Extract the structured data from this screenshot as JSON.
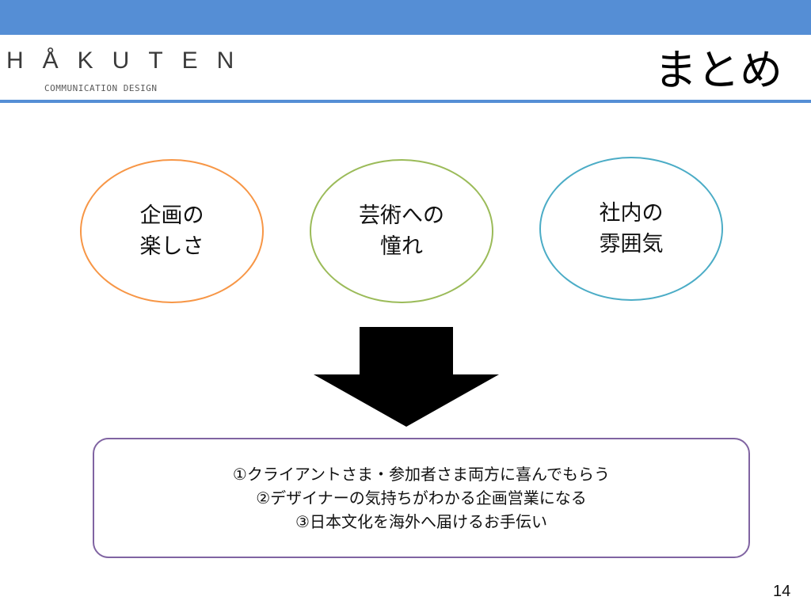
{
  "header": {
    "logo_word": "HÅKUTEN",
    "logo_tagline": "COMMUNICATION DESIGN"
  },
  "slide": {
    "title": "まとめ",
    "ellipses": [
      {
        "line1": "企画の",
        "line2": "楽しさ",
        "color": "#f79646"
      },
      {
        "line1": "芸術への",
        "line2": "憧れ",
        "color": "#9bbb59"
      },
      {
        "line1": "社内の",
        "line2": "雰囲気",
        "color": "#4bacc6"
      }
    ],
    "summary": [
      "①クライアントさま・参加者さま両方に喜んでもらう",
      "②デザイナーの気持ちがわかる企画営業になる",
      "③日本文化を海外へ届けるお手伝い"
    ],
    "page_number": "14"
  },
  "colors": {
    "header_bar": "#558ed5",
    "summary_border": "#8064a2"
  }
}
